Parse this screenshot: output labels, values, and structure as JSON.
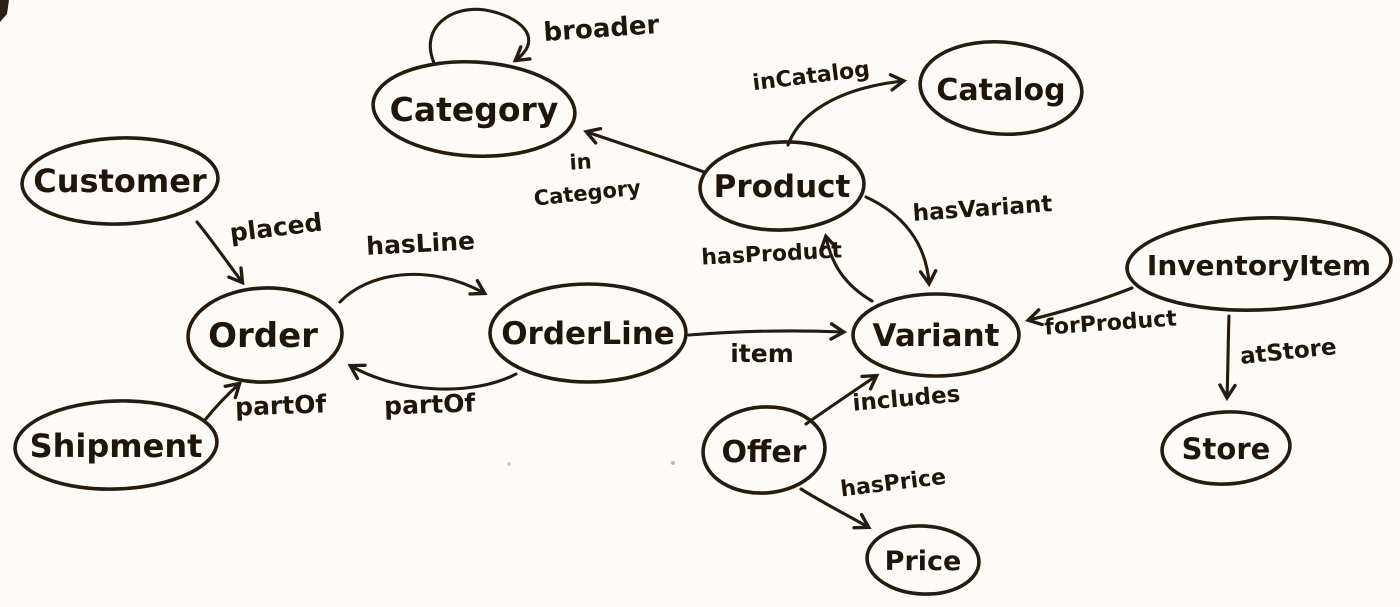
{
  "canvas": {
    "kind": "hand-drawn entity relationship sketch",
    "paper_color": "#fcfbf7",
    "ink_color": "#251b0e"
  },
  "nodes": [
    {
      "id": "customer",
      "label": "Customer"
    },
    {
      "id": "order",
      "label": "Order"
    },
    {
      "id": "shipment",
      "label": "Shipment"
    },
    {
      "id": "orderline",
      "label": "OrderLine"
    },
    {
      "id": "category",
      "label": "Category"
    },
    {
      "id": "product",
      "label": "Product"
    },
    {
      "id": "catalog",
      "label": "Catalog"
    },
    {
      "id": "variant",
      "label": "Variant"
    },
    {
      "id": "offer",
      "label": "Offer"
    },
    {
      "id": "price",
      "label": "Price"
    },
    {
      "id": "inventoryitem",
      "label": "InventoryItem"
    },
    {
      "id": "store",
      "label": "Store"
    }
  ],
  "edges": [
    {
      "id": "placed",
      "label": "placed",
      "from": "Customer",
      "to": "Order"
    },
    {
      "id": "hasLine",
      "label": "hasLine",
      "from": "Order",
      "to": "OrderLine"
    },
    {
      "id": "partOf-orderline",
      "label": "partOf",
      "from": "OrderLine",
      "to": "Order"
    },
    {
      "id": "partOf-shipment",
      "label": "partOf",
      "from": "Shipment",
      "to": "Order"
    },
    {
      "id": "item",
      "label": "item",
      "from": "OrderLine",
      "to": "Variant"
    },
    {
      "id": "inCategory",
      "label": "inCategory",
      "lines": [
        "in",
        "Category"
      ],
      "from": "Product",
      "to": "Category"
    },
    {
      "id": "inCatalog",
      "label": "inCatalog",
      "from": "Product",
      "to": "Catalog"
    },
    {
      "id": "broader",
      "label": "broader",
      "from": "Category",
      "to": "Category"
    },
    {
      "id": "hasVariant",
      "label": "hasVariant",
      "from": "Product",
      "to": "Variant"
    },
    {
      "id": "hasProduct",
      "label": "hasProduct",
      "from": "Variant",
      "to": "Product"
    },
    {
      "id": "includes",
      "label": "includes",
      "from": "Offer",
      "to": "Variant"
    },
    {
      "id": "hasPrice",
      "label": "hasPrice",
      "from": "Offer",
      "to": "Price"
    },
    {
      "id": "forProduct",
      "label": "forProduct",
      "from": "InventoryItem",
      "to": "Variant"
    },
    {
      "id": "atStore",
      "label": "atStore",
      "from": "InventoryItem",
      "to": "Store"
    }
  ]
}
